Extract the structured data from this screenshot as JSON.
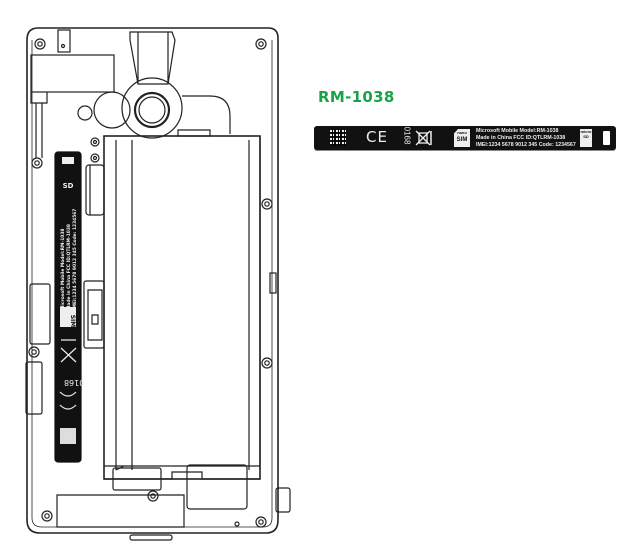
{
  "title": "RM-1038",
  "accent_color": "#1aa24b",
  "label": {
    "ce_mark": "CE",
    "notified_body": "0168",
    "sim_icon_text": "SIM",
    "sim_icon_subtext": "nano",
    "line1": "Microsoft Mobile  Model:RM-1038",
    "line2": "Made in China  FCC ID:QTLRM-1038",
    "line3": "IMEI:1234 5678 9012 345  Code: 1234567",
    "microsd_text": "micro SD"
  },
  "icons": [
    "qr-code-icon",
    "ce-mark-icon",
    "weee-crossed-bin-icon",
    "nano-sim-icon",
    "microsd-icon"
  ]
}
